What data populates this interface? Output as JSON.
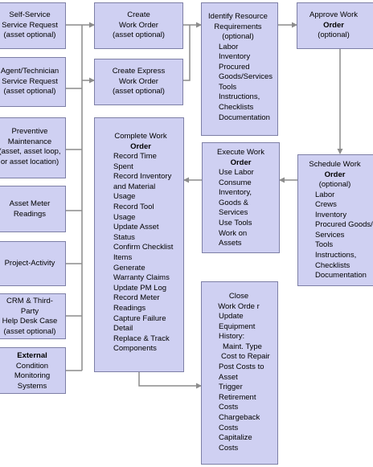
{
  "left_boxes": [
    {
      "lines": [
        "Self-Service",
        "Service Request",
        "(asset optional)"
      ]
    },
    {
      "lines": [
        "Agent/Technician",
        "Service Request",
        "(asset optional)"
      ]
    },
    {
      "lines": [
        "Preventive",
        "Maintenance",
        "(asset, asset loop,",
        "or asset location)"
      ]
    },
    {
      "lines": [
        "Asset Meter",
        "Readings"
      ]
    },
    {
      "lines": [
        "Project-Activity"
      ]
    },
    {
      "lines": [
        "CRM & Third-",
        "Party",
        "Help Desk Case",
        "(asset optional)"
      ]
    },
    {
      "bold": "External",
      "lines": [
        "Condition",
        "Monitoring",
        "Systems"
      ]
    }
  ],
  "create_work_order": {
    "lines": [
      "Create",
      "Work Order",
      "(asset optional)"
    ]
  },
  "create_express": {
    "lines": [
      "Create Express",
      "Work Order",
      "(asset optional)"
    ]
  },
  "identify": {
    "lines": [
      "Identify Resource",
      "Requirements",
      "(optional)"
    ],
    "items": [
      "Labor",
      "Inventory",
      "Procured",
      "Goods/Services",
      "Tools",
      "Instructions,",
      "Checklists",
      "Documentation"
    ]
  },
  "approve": {
    "line1": "Approve Work",
    "bold": "Order",
    "line3": "(optional)"
  },
  "schedule": {
    "line1": "Schedule Work",
    "bold": "Order",
    "line3": "(optional)",
    "items": [
      "Labor",
      "Crews",
      "Inventory",
      "Procured Goods/",
      "Services",
      "Tools",
      "Instructions,",
      "Checklists",
      "Documentation"
    ]
  },
  "execute": {
    "line1": "Execute Work",
    "bold": "Order",
    "items": [
      "Use Labor",
      "Consume",
      "Inventory,",
      "Goods  &",
      "Services",
      "Use Tools",
      "Work on",
      "Assets"
    ]
  },
  "complete": {
    "line1": "Complete Work",
    "bold": "Order",
    "items": [
      "Record Time",
      "Spent",
      "Record Inventory",
      "and Material",
      "Usage",
      "Record Tool",
      "Usage",
      "Update Asset",
      "Status",
      "Confirm Checklist",
      "Items",
      "Generate",
      "Warranty Claims",
      "Update PM Log",
      "Record Meter",
      "Readings",
      "Capture Failure",
      "Detail",
      "Replace & Track",
      "Components"
    ]
  },
  "close": {
    "lines": [
      "Close",
      "Work Orde r",
      "Update",
      "Equipment",
      "History:",
      "Maint. Type",
      "Cost to Repair",
      "Post Costs to",
      "Asset",
      "Trigger",
      "Retirement",
      "Costs",
      "Chargeback",
      "Costs",
      "Capitalize",
      "Costs"
    ]
  },
  "colors": {
    "box_fill": "#cfd0f2",
    "box_border": "#7d7fa6",
    "connector": "#8c8c8c"
  }
}
